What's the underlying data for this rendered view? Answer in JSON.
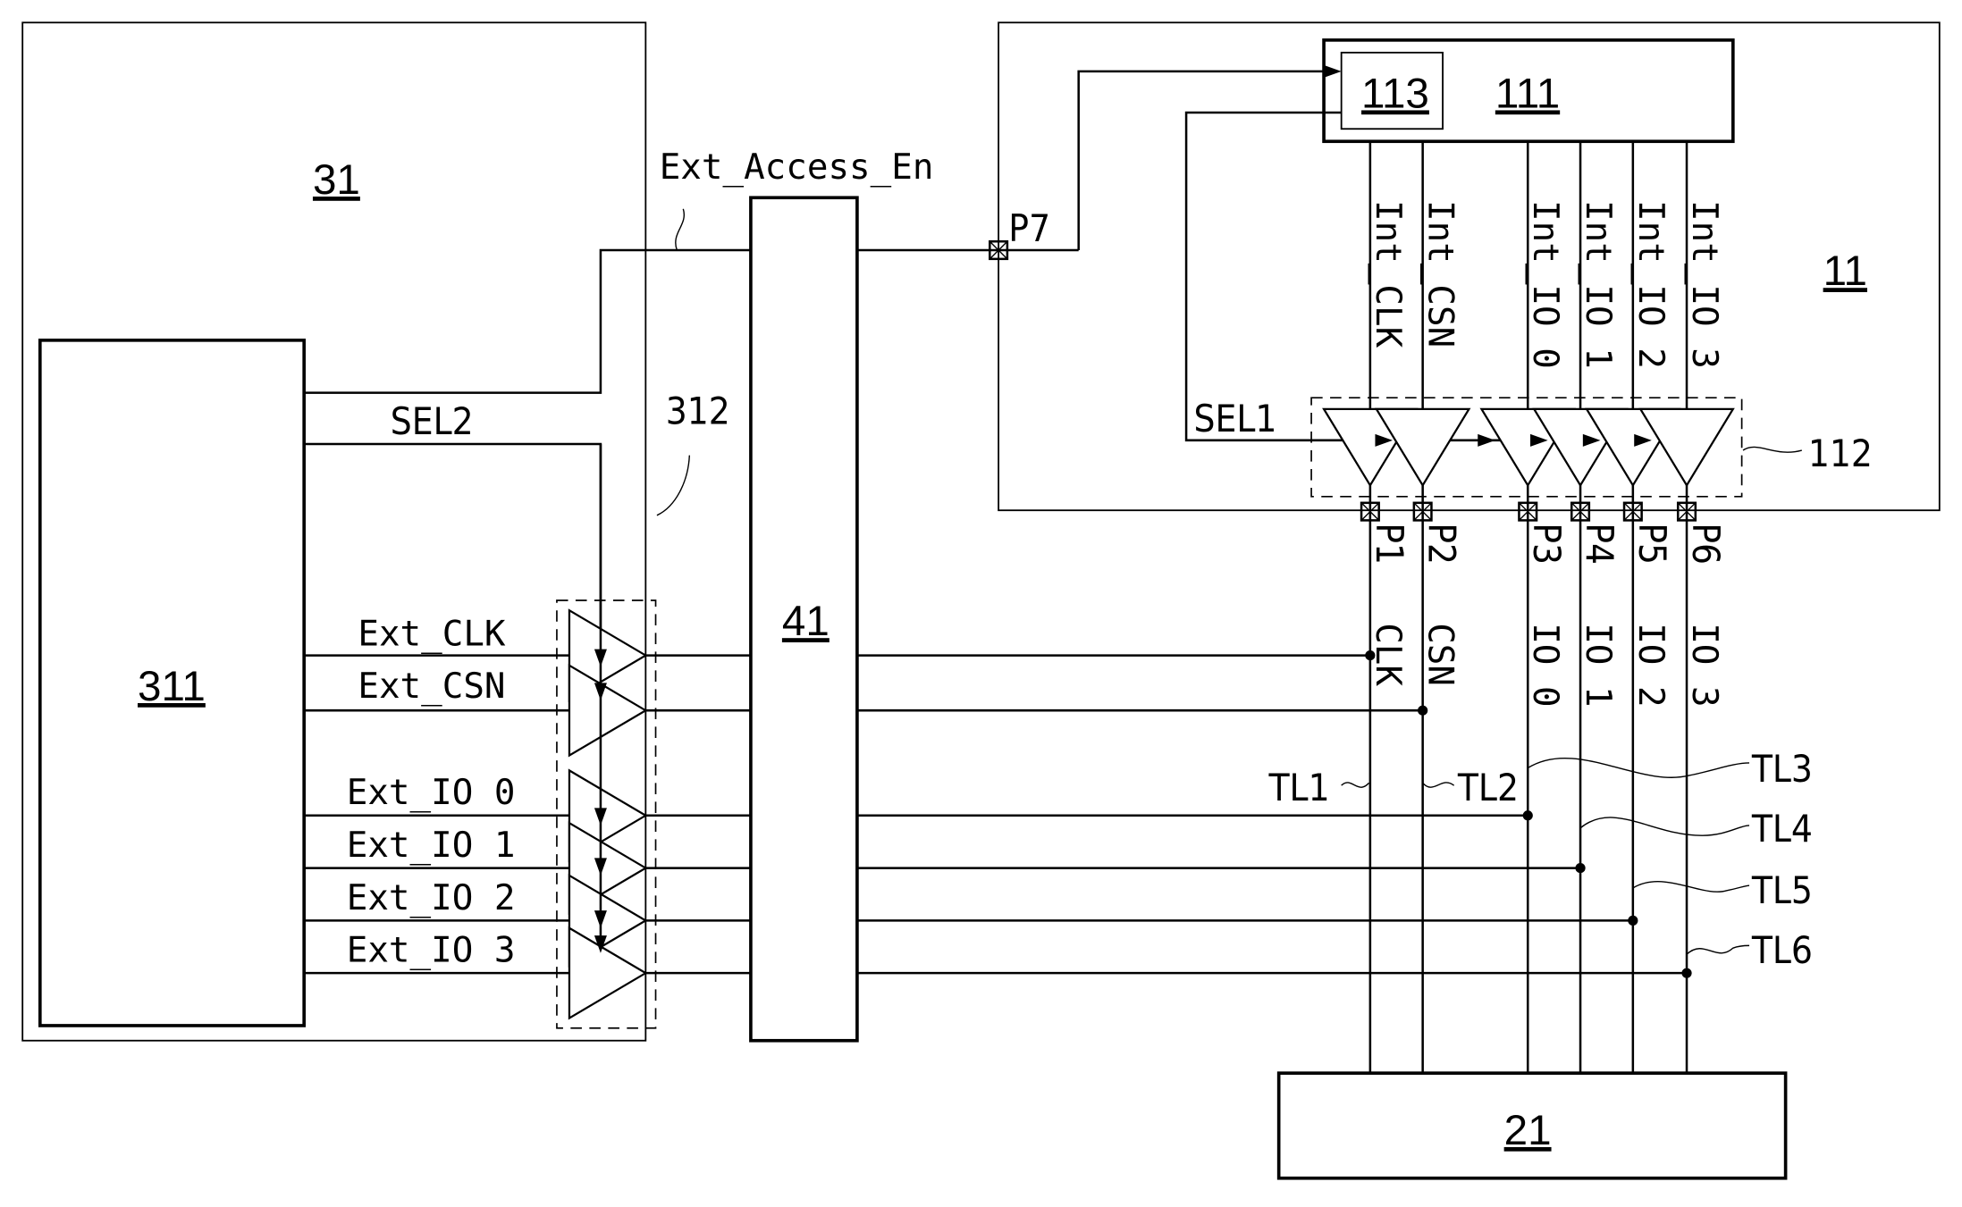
{
  "diagram": {
    "blocks": {
      "host": "31",
      "controller": "311",
      "host_buffer": "312",
      "interposer": "41",
      "chip": "11",
      "core": "111",
      "register": "113",
      "chip_buffer": "112",
      "tester": "21"
    },
    "signals": {
      "enable": "Ext_Access_En",
      "sel2": "SEL2",
      "sel1": "SEL1",
      "ext": [
        "Ext_CLK",
        "Ext_CSN",
        "Ext_IO 0",
        "Ext_IO 1",
        "Ext_IO 2",
        "Ext_IO 3"
      ],
      "int": [
        "Int_CLK",
        "Int_CSN",
        "Int_IO 0",
        "Int_IO 1",
        "Int_IO 2",
        "Int_IO 3"
      ],
      "ext_pins": [
        "CLK",
        "CSN",
        "IO 0",
        "IO 1",
        "IO 2",
        "IO 3"
      ]
    },
    "pads": [
      "P1",
      "P2",
      "P3",
      "P4",
      "P5",
      "P6"
    ],
    "pad7": "P7",
    "lines": [
      "TL1",
      "TL2",
      "TL3",
      "TL4",
      "TL5",
      "TL6"
    ]
  }
}
